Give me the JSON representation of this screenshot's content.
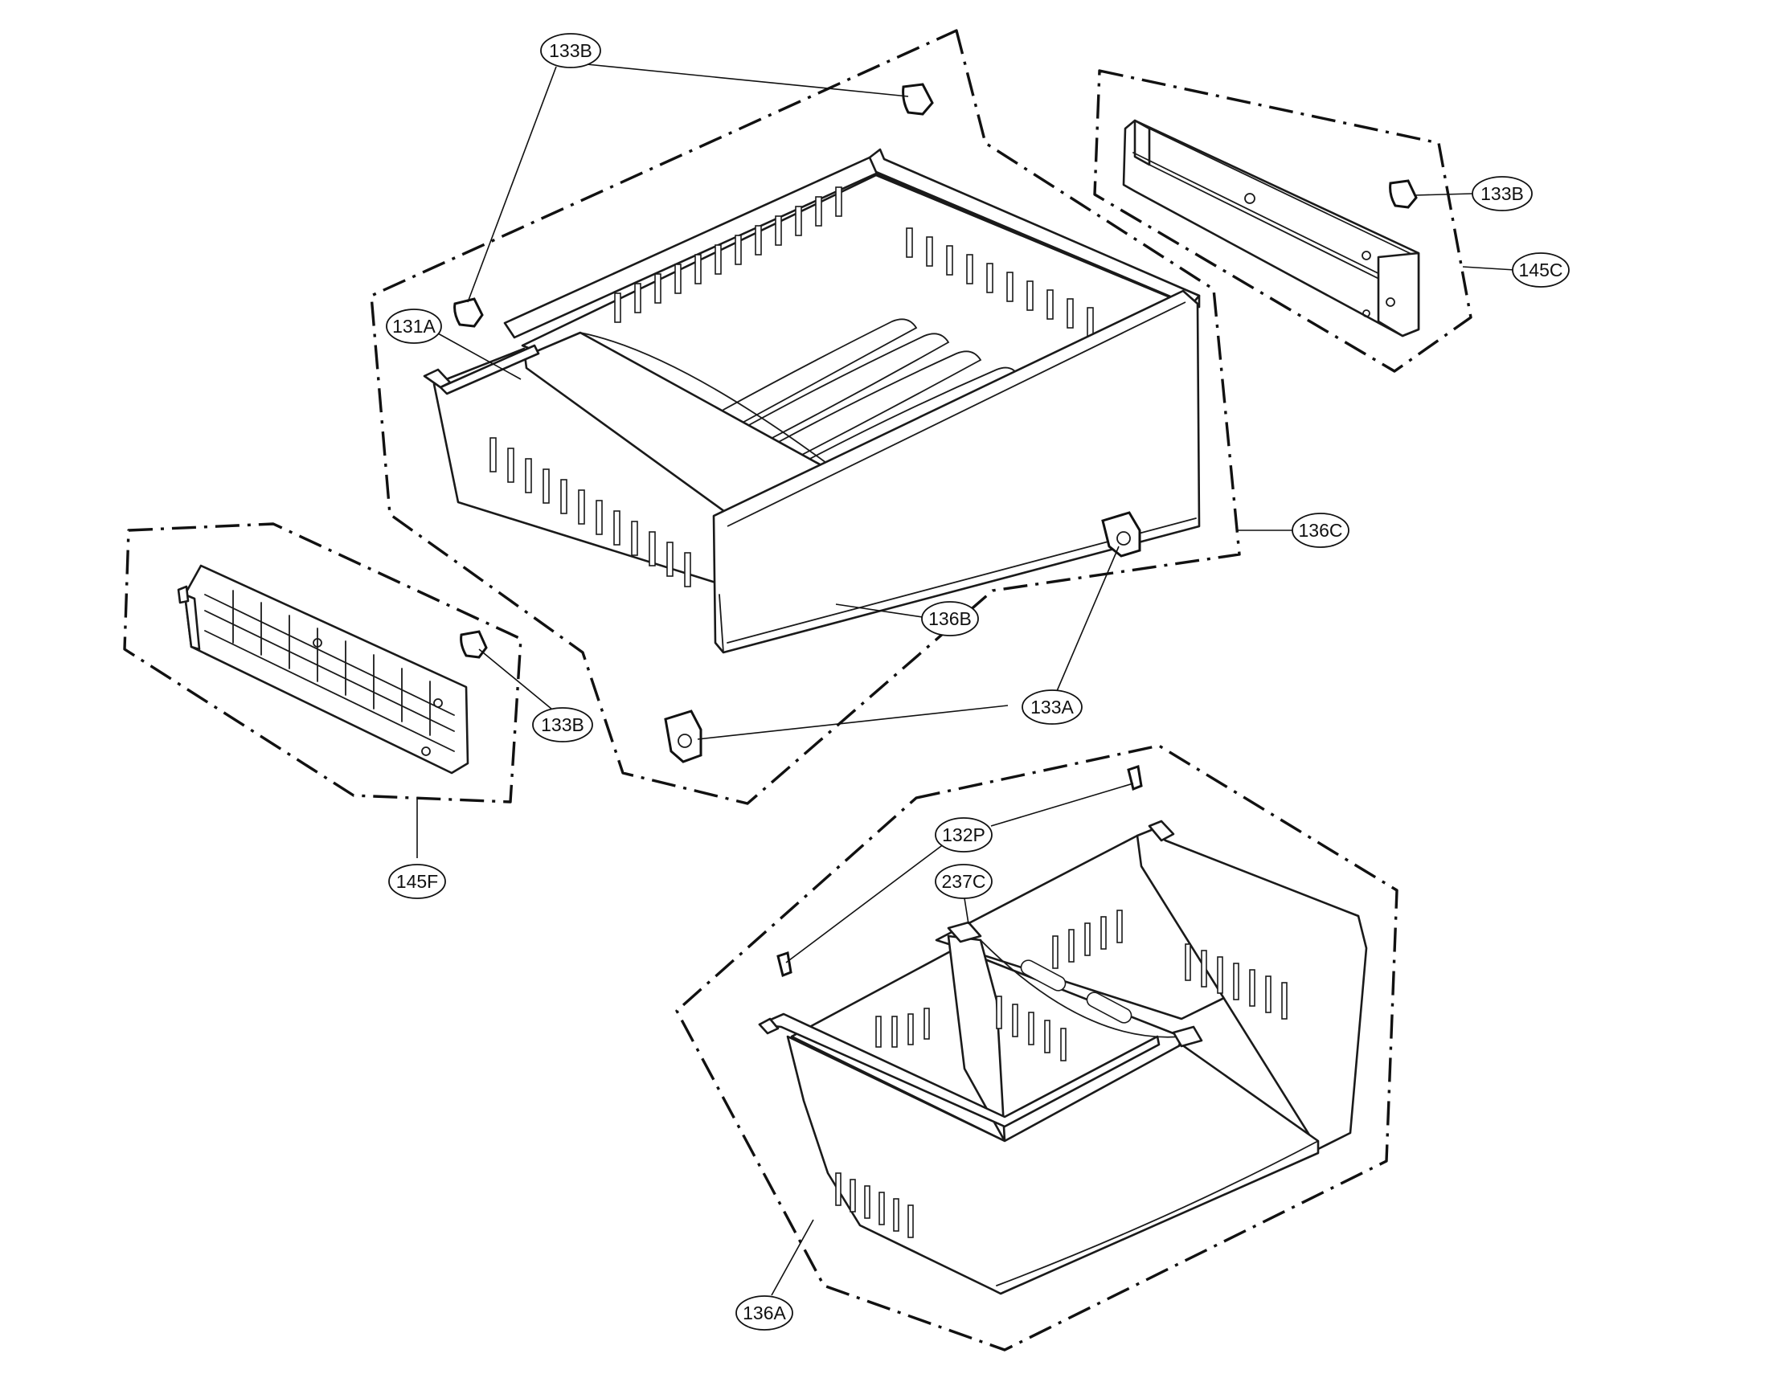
{
  "callouts": [
    {
      "id": "c-133b-top",
      "label": "133B"
    },
    {
      "id": "c-133b-right",
      "label": "133B"
    },
    {
      "id": "c-145c",
      "label": "145C"
    },
    {
      "id": "c-131a",
      "label": "131A"
    },
    {
      "id": "c-136c",
      "label": "136C"
    },
    {
      "id": "c-136b",
      "label": "136B"
    },
    {
      "id": "c-133a",
      "label": "133A"
    },
    {
      "id": "c-133b-left",
      "label": "133B"
    },
    {
      "id": "c-145f",
      "label": "145F"
    },
    {
      "id": "c-132p",
      "label": "132P"
    },
    {
      "id": "c-237c",
      "label": "237C"
    },
    {
      "id": "c-136a",
      "label": "136A"
    }
  ]
}
